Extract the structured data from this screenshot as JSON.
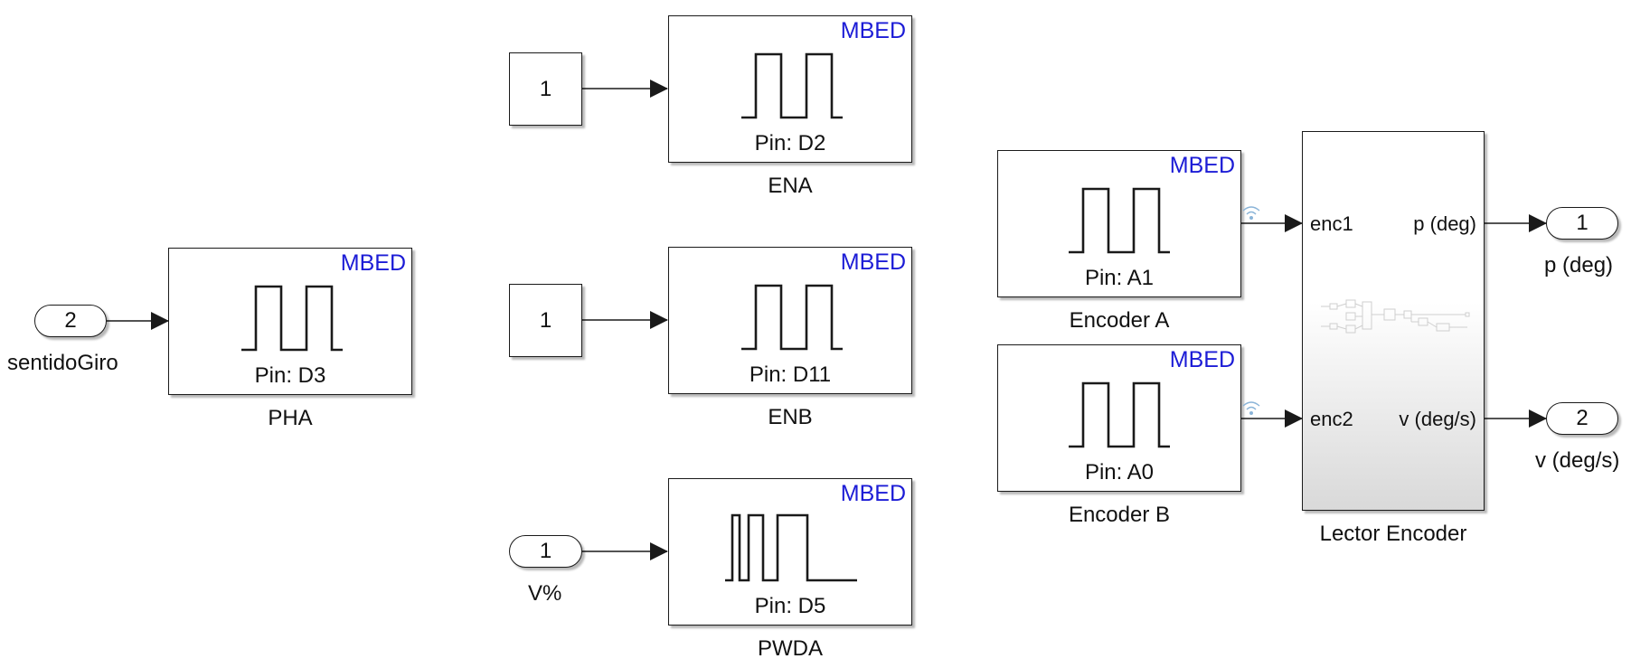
{
  "blocks": {
    "ena": {
      "tag": "MBED",
      "pin": "Pin: D2",
      "name": "ENA"
    },
    "enb": {
      "tag": "MBED",
      "pin": "Pin: D11",
      "name": "ENB"
    },
    "pwda": {
      "tag": "MBED",
      "pin": "Pin: D5",
      "name": "PWDA"
    },
    "pha": {
      "tag": "MBED",
      "pin": "Pin: D3",
      "name": "PHA"
    },
    "enc_a": {
      "tag": "MBED",
      "pin": "Pin: A1",
      "name": "Encoder A"
    },
    "enc_b": {
      "tag": "MBED",
      "pin": "Pin: A0",
      "name": "Encoder B"
    }
  },
  "constants": {
    "c1": "1",
    "c2": "1"
  },
  "inports": {
    "sentido": {
      "number": "2",
      "name": "sentidoGiro"
    },
    "vpct": {
      "number": "1",
      "name": "V%"
    }
  },
  "outports": {
    "p": {
      "number": "1",
      "name": "p (deg)"
    },
    "v": {
      "number": "2",
      "name": "v (deg/s)"
    }
  },
  "subsystem": {
    "name": "Lector Encoder",
    "in1": "enc1",
    "in2": "enc2",
    "out1": "p (deg)",
    "out2": "v (deg/s)"
  },
  "colors": {
    "mbed_tag": "#1c1cd6",
    "line": "#1a1a1a",
    "wireless_icon": "#8ab4d8"
  }
}
